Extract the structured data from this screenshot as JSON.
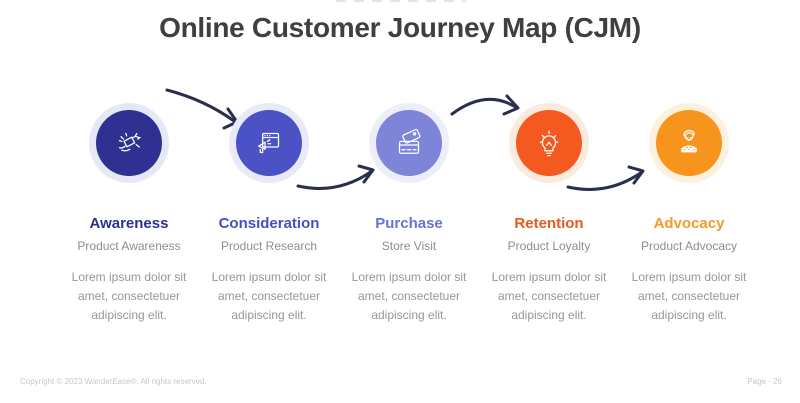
{
  "slide": {
    "title": "Online Customer Journey Map (CJM)",
    "footer_left": "Copyright © 2023 WanderEase®. All rights reserved.",
    "footer_right": "Page - 26"
  },
  "colors": {
    "title": "#3f3f42",
    "arrow": "#2a2f4e",
    "subtitle_gray": "#8d8d93",
    "body_gray": "#96969c",
    "footer_gray": "#c7c7cc"
  },
  "stages": [
    {
      "name": "Awareness",
      "subtitle": "Product Awareness",
      "body": "Lorem ipsum dolor sit amet, consectetuer adipiscing elit.",
      "icon": "hands-spark-icon",
      "circle_color": "#2e3192",
      "halo_color": "#e6e8f7",
      "title_color": "#2e3192"
    },
    {
      "name": "Consideration",
      "subtitle": "Product Research",
      "body": "Lorem ipsum dolor sit amet, consectetuer adipiscing elit.",
      "icon": "browser-megaphone-icon",
      "circle_color": "#4a52c6",
      "halo_color": "#e8eaf8",
      "title_color": "#4450c4"
    },
    {
      "name": "Purchase",
      "subtitle": "Store Visit",
      "body": "Lorem ipsum dolor sit amet, consectetuer adipiscing elit.",
      "icon": "credit-card-tag-icon",
      "circle_color": "#7e84d8",
      "halo_color": "#eceef9",
      "title_color": "#6a72d2"
    },
    {
      "name": "Retention",
      "subtitle": "Product Loyalty",
      "body": "Lorem ipsum dolor sit amet, consectetuer adipiscing elit.",
      "icon": "lightbulb-icon",
      "circle_color": "#f4591f",
      "halo_color": "#fdeade",
      "title_color": "#e85a1e"
    },
    {
      "name": "Advocacy",
      "subtitle": "Product Advocacy",
      "body": "Lorem ipsum dolor sit amet, consectetuer adipiscing elit.",
      "icon": "person-stars-icon",
      "circle_color": "#f7941e",
      "halo_color": "#fdf0dc",
      "title_color": "#f29b27"
    }
  ]
}
